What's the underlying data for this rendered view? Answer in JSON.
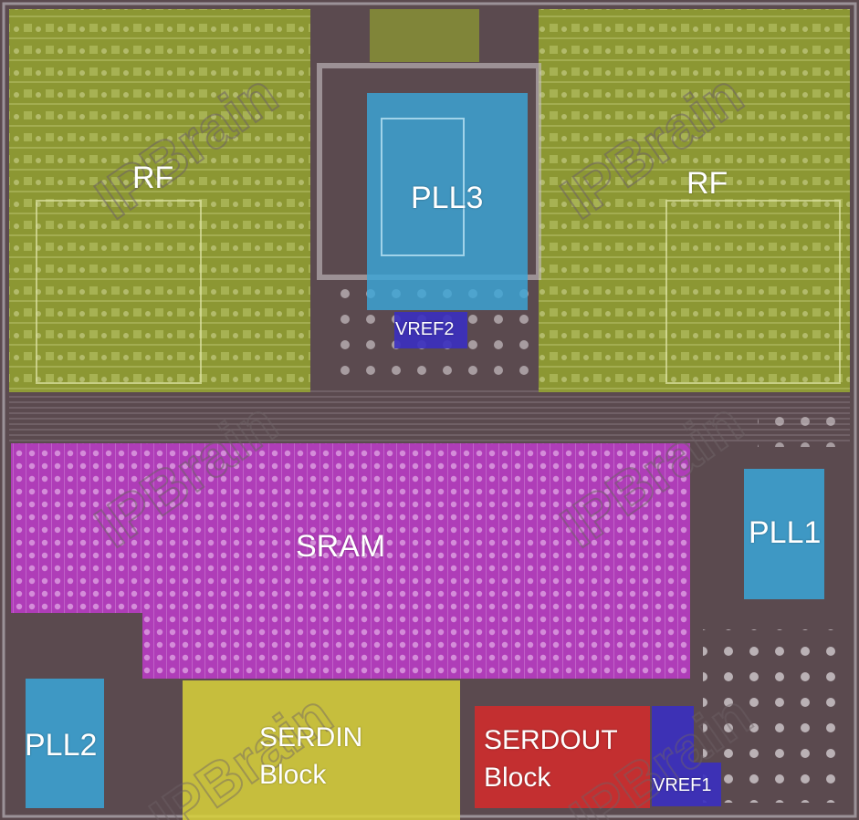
{
  "blocks": {
    "rf_left": "RF",
    "rf_right": "RF",
    "pll3": "PLL3",
    "vref2": "VREF2",
    "sram": "SRAM",
    "pll1": "PLL1",
    "pll2": "PLL2",
    "serdin_line1": "SERDIN",
    "serdin_line2": "Block",
    "serdout_line1": "SERDOUT",
    "serdout_line2": "Block",
    "vref1": "VREF1"
  },
  "watermark_text": "IPBrain",
  "colors": {
    "die_background": "#5b4a4f",
    "rf_overlay": "#9aad2b",
    "pll_overlay": "#3aa6d8",
    "vref_overlay": "#3a2fc0",
    "sram_overlay": "#c23ad0",
    "serdin_overlay": "#d9d23a",
    "serdout_overlay": "#d62a2a"
  }
}
